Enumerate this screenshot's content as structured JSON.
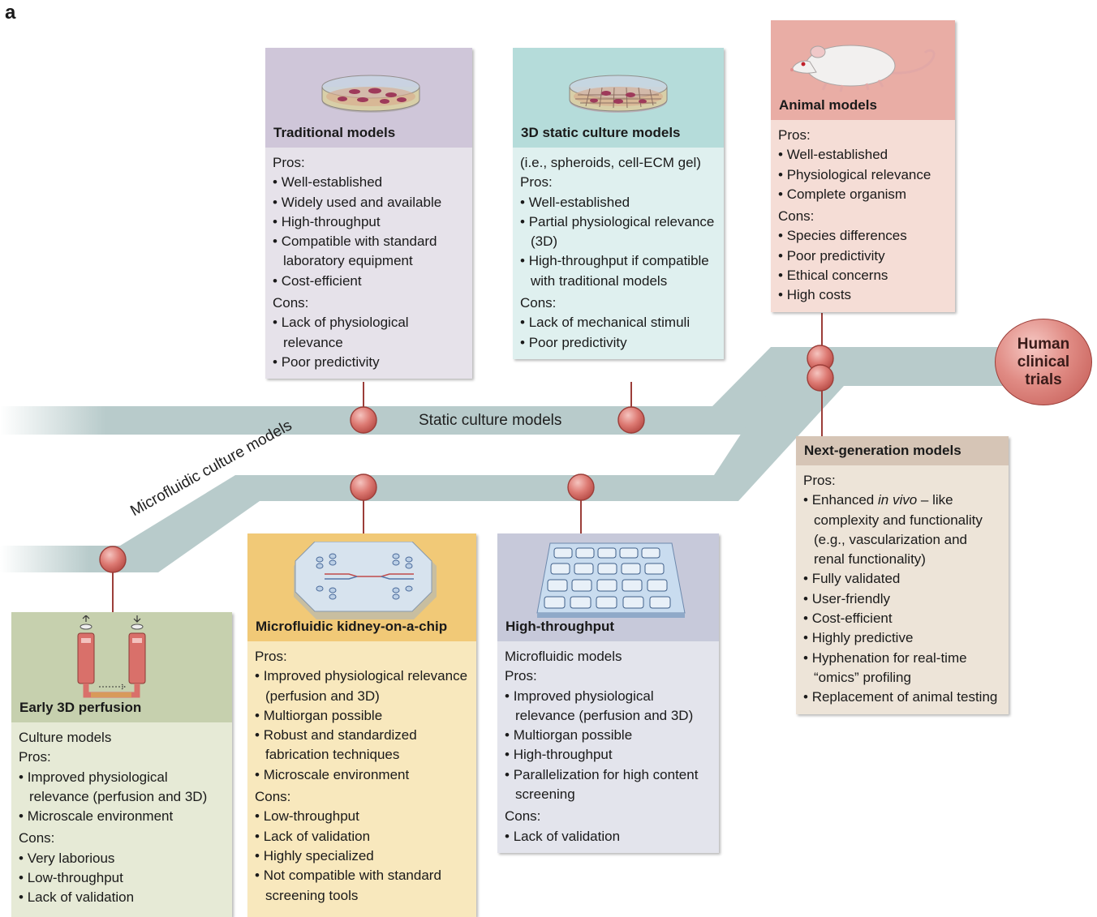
{
  "panel_label": "a",
  "tracks": {
    "static": "Static culture models",
    "microfluidic": "Microfluidic culture models"
  },
  "endpoint": {
    "line1": "Human",
    "line2": "clinical",
    "line3": "trials"
  },
  "colors": {
    "track": "#b8cbcb",
    "node": "#d9726c",
    "node_stroke": "#9c3e39",
    "connector": "#9c3e39"
  },
  "cards": {
    "traditional": {
      "title": "Traditional models",
      "pros_label": "Pros:",
      "pros": [
        "Well-established",
        "Widely used and available",
        "High-throughput",
        "Compatible with standard laboratory equipment",
        "Cost-efficient"
      ],
      "cons_label": "Cons:",
      "cons": [
        "Lack of physiological relevance",
        "Poor predictivity"
      ]
    },
    "static3d": {
      "title": "3D static culture models",
      "intro": "(i.e., spheroids, cell-ECM gel)",
      "pros_label": "Pros:",
      "pros": [
        "Well-established",
        "Partial physiological relevance (3D)",
        "High-throughput if compatible with traditional models"
      ],
      "cons_label": "Cons:",
      "cons": [
        "Lack of mechanical stimuli",
        "Poor predictivity"
      ]
    },
    "animal": {
      "title": "Animal models",
      "pros_label": "Pros:",
      "pros": [
        "Well-established",
        "Physiological relevance",
        "Complete organism"
      ],
      "cons_label": "Cons:",
      "cons": [
        "Species differences",
        "Poor predictivity",
        "Ethical concerns",
        "High costs"
      ]
    },
    "nextgen": {
      "title": "Next-generation models",
      "pros_label": "Pros:",
      "pros_first_a": "Enhanced ",
      "pros_first_em": "in vivo",
      "pros_first_b": " – like complexity and functionality (e.g., vascularization and renal functionality)",
      "pros": [
        "Fully validated",
        "User-friendly",
        "Cost-efficient",
        "Highly predictive",
        "Hyphenation for real-time “omics” profiling",
        "Replacement of animal testing"
      ]
    },
    "early": {
      "title": "Early 3D perfusion",
      "intro": "Culture models",
      "pros_label": "Pros:",
      "pros": [
        "Improved physiological relevance (perfusion and 3D)",
        "Microscale environment"
      ],
      "cons_label": "Cons:",
      "cons": [
        "Very laborious",
        "Low-throughput",
        "Lack of validation"
      ]
    },
    "kidney": {
      "title": "Microfluidic kidney-on-a-chip",
      "pros_label": "Pros:",
      "pros": [
        "Improved physiological relevance (perfusion and 3D)",
        "Multiorgan possible",
        "Robust and standardized fabrication techniques",
        "Microscale environment"
      ],
      "cons_label": "Cons:",
      "cons": [
        "Low-throughput",
        "Lack of validation",
        "Highly specialized",
        "Not compatible with standard screening tools"
      ]
    },
    "ht": {
      "title": "High-throughput",
      "intro": "Microfluidic models",
      "pros_label": "Pros:",
      "pros": [
        "Improved physiological relevance (perfusion and 3D)",
        "Multiorgan possible",
        "High-throughput",
        "Parallelization for high content screening"
      ],
      "cons_label": "Cons:",
      "cons": [
        "Lack of validation"
      ]
    }
  }
}
